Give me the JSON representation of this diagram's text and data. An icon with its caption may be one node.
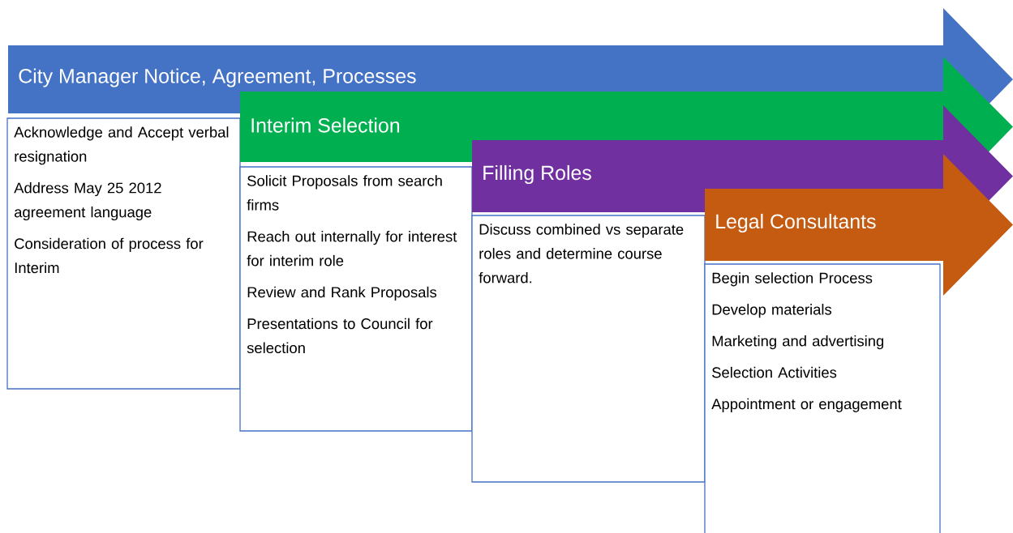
{
  "diagram": {
    "nodes": [
      {
        "text": [
          "City Manager Notice, Agreement, Processes"
        ]
      },
      {
        "text": [
          "Acknowledge and Accept verbal resignation",
          "Address May 25 2012 agreement language",
          "Consideration of process for Interim"
        ]
      },
      {
        "text": [
          "Interim Selection"
        ]
      },
      {
        "text": [
          "Solicit Proposals from search firms",
          "Reach out internally for interest for interim role",
          "Review and Rank Proposals",
          "Presentations to Council for selection"
        ]
      },
      {
        "text": [
          "Filling Roles"
        ]
      },
      {
        "text": [
          "Discuss combined vs separate roles and determine course forward."
        ]
      },
      {
        "text": [
          "Legal Consultants"
        ]
      },
      {
        "text": [
          "Begin selection Process",
          "Develop materials",
          "Marketing and advertising",
          "Selection Activities",
          "Appointment or engagement"
        ]
      }
    ]
  }
}
